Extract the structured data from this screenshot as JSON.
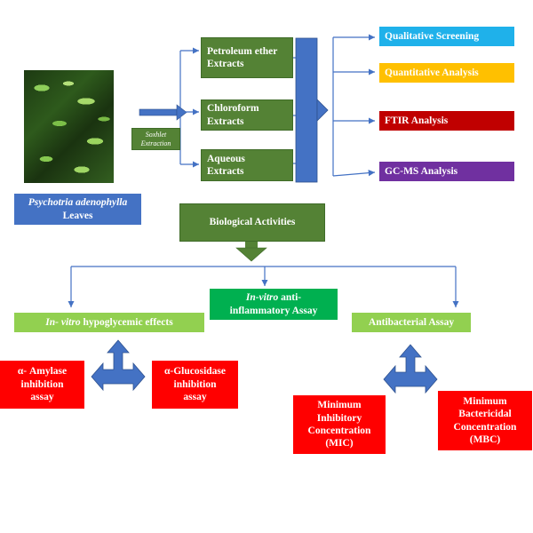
{
  "plant": {
    "name": "Psychotria adenophylla",
    "part": "Leaves",
    "photo_icon": "leaf-photo"
  },
  "extraction": {
    "method": "Soxhlet\nExtraction"
  },
  "extracts": [
    "Petroleum ether\nExtracts",
    "Chloroform\nExtracts",
    "Aqueous\nExtracts"
  ],
  "analyses": [
    "Qualitative Screening",
    "Quantitative Analysis",
    "FTIR Analysis",
    "GC-MS Analysis"
  ],
  "biological": "Biological Activities",
  "assays": {
    "hypoglycemic_prefix": "In- vitro",
    "hypoglycemic_suffix": " hypoglycemic effects",
    "antiinflammatory_prefix": "In-vitro",
    "antiinflammatory_suffix": " anti-\ninflammatory Assay",
    "antibacterial": "Antibacterial Assay"
  },
  "hypoglycemic_tests": [
    "α- Amylase\ninhibition\nassay",
    "α-Glucosidase\ninhibition\nassay"
  ],
  "antibacterial_tests": [
    "Minimum\nInhibitory\nConcentration\n(MIC)",
    "Minimum\nBactericidal\nConcentration\n(MBC)"
  ],
  "colors": {
    "arrow_blue": "#4472c4",
    "dark_green": "#548235",
    "light_green": "#92d050",
    "red": "#ff0000"
  }
}
